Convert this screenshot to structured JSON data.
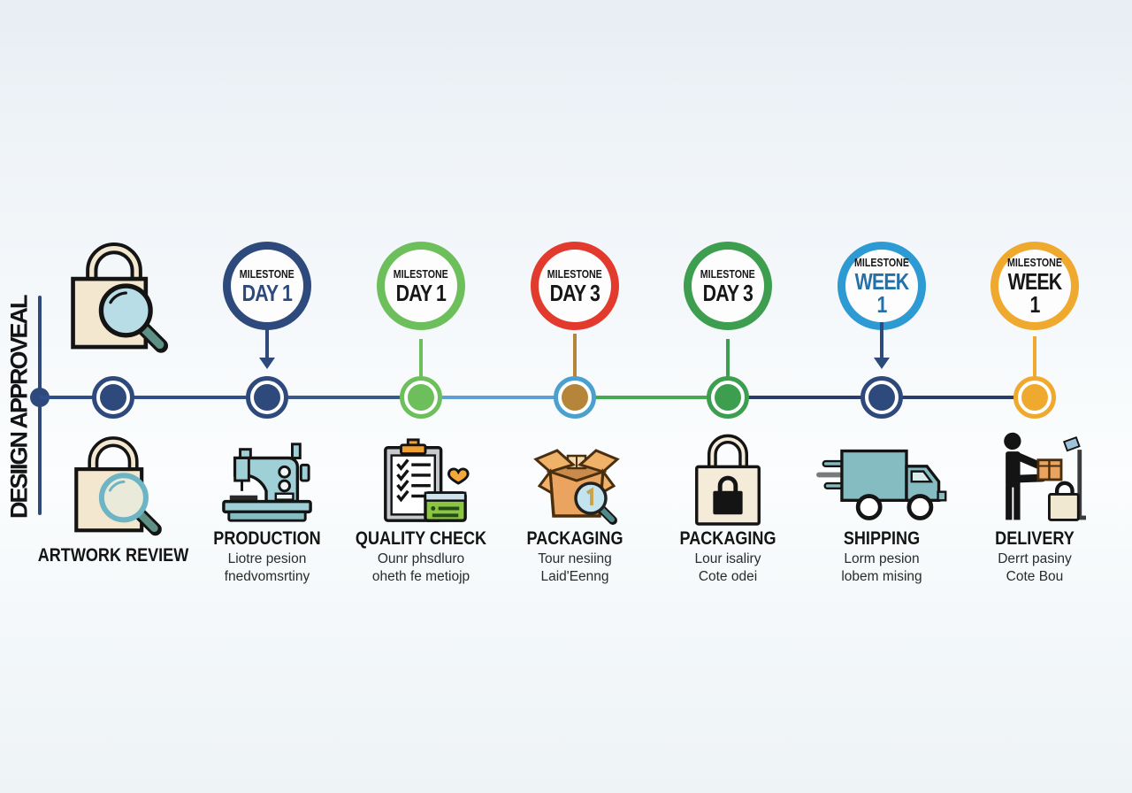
{
  "axis": {
    "label": "DESIIGN APPROVEAL",
    "line_color": "#2e4a7c",
    "start_dot_color": "#2e4a7c"
  },
  "timeline": {
    "segment_colors": [
      "#31508a",
      "#31508a",
      "#3a5a8c",
      "#5f9fd6",
      "#46a94f",
      "#2c3c6b",
      "#2c3c6b"
    ]
  },
  "stages": [
    {
      "id": "artwork-review",
      "title": "ARTWORK REVIEW",
      "subtitle1": "",
      "subtitle2": "",
      "icon": "shopping-bag-magnifier-icon",
      "icon_top": "shopping-bag-magnifier-icon",
      "node": {
        "ring": "#2e4a7c",
        "fill": "#2e4a7c"
      }
    },
    {
      "id": "production",
      "title": "PRODUCTION",
      "subtitle1": "Liotre pesion",
      "subtitle2": "fnedvomsrtiny",
      "icon": "sewing-machine-icon",
      "milestone": {
        "label": "MILESTONE",
        "value": "DAY 1",
        "ring_color": "#2e4a7c",
        "value_color": "#2e4a7c"
      },
      "connector": {
        "type": "arrow",
        "color": "#2e4a7c"
      },
      "node": {
        "ring": "#2e4a7c",
        "fill": "#2e4a7c"
      }
    },
    {
      "id": "quality-check",
      "title": "QUALITY CHECK",
      "subtitle1": "Ounr phsdluro",
      "subtitle2": "oheth fe metiojp",
      "icon": "clipboard-checklist-icon",
      "milestone": {
        "label": "MILESTONE",
        "value": "DAY 1",
        "ring_color": "#6cbf5a",
        "value_color": "#161616"
      },
      "connector": {
        "type": "line",
        "color": "#6cbf5a"
      },
      "node": {
        "ring": "#6cbf5a",
        "fill": "#6cbf5a"
      }
    },
    {
      "id": "packaging-1",
      "title": "PACKAGING",
      "subtitle1": "Tour nesiing",
      "subtitle2": "Laid'Eenng",
      "icon": "open-box-magnifier-icon",
      "milestone": {
        "label": "MILESTONE",
        "value": "DAY 3",
        "ring_color": "#e23b2e",
        "value_color": "#161616"
      },
      "connector": {
        "type": "line",
        "color": "#b5863a"
      },
      "node": {
        "ring": "#4aa0ce",
        "fill": "#b5863a"
      }
    },
    {
      "id": "packaging-2",
      "title": "PACKAGING",
      "subtitle1": "Lour isaliry",
      "subtitle2": "Cote odei",
      "icon": "bag-padlock-icon",
      "milestone": {
        "label": "MILESTONE",
        "value": "DAY 3",
        "ring_color": "#3d9e4f",
        "value_color": "#161616"
      },
      "connector": {
        "type": "line",
        "color": "#3d9e4f"
      },
      "node": {
        "ring": "#3d9e4f",
        "fill": "#3d9e4f"
      }
    },
    {
      "id": "shipping",
      "title": "SHIPPING",
      "subtitle1": "Lorm pesion",
      "subtitle2": "lobem mising",
      "icon": "delivery-truck-icon",
      "milestone": {
        "label": "MILESTONE",
        "value": "WEEK 1",
        "ring_color": "#2d9ad3",
        "value_color": "#2470a8"
      },
      "connector": {
        "type": "arrow",
        "color": "#2e4a7c"
      },
      "node": {
        "ring": "#2e4a7c",
        "fill": "#2e4a7c"
      }
    },
    {
      "id": "delivery",
      "title": "DELIVERY",
      "subtitle1": "Derrt pasiny",
      "subtitle2": "Cote Bou",
      "icon": "delivery-person-icon",
      "milestone": {
        "label": "MILESTONE",
        "value": "WEEK 1",
        "ring_color": "#efa92f",
        "value_color": "#161616"
      },
      "connector": {
        "type": "line",
        "color": "#efa92f"
      },
      "node": {
        "ring": "#efa92f",
        "fill": "#efa92f"
      }
    }
  ]
}
